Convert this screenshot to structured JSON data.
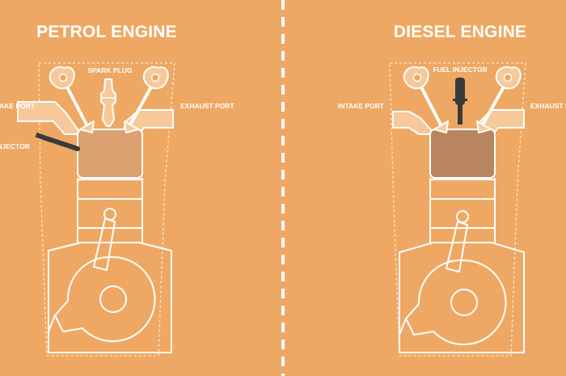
{
  "colors": {
    "background": "#eea863",
    "outline": "#ffffff",
    "petrol_chamber": "#dba170",
    "diesel_chamber": "#b98460",
    "injector": "#3a3a3a"
  },
  "petrol": {
    "title": "PETROL ENGINE",
    "spark_plug_label": "SPARK PLUG",
    "intake_label": "INTAKE PORT",
    "exhaust_label": "EXHAUST PORT",
    "injector_label": "INJECTOR"
  },
  "diesel": {
    "title": "DIESEL ENGINE",
    "fuel_injector_label": "FUEL INJECTOR",
    "intake_label": "INTAKE PORT",
    "exhaust_label": "EXHAUST PORT"
  }
}
